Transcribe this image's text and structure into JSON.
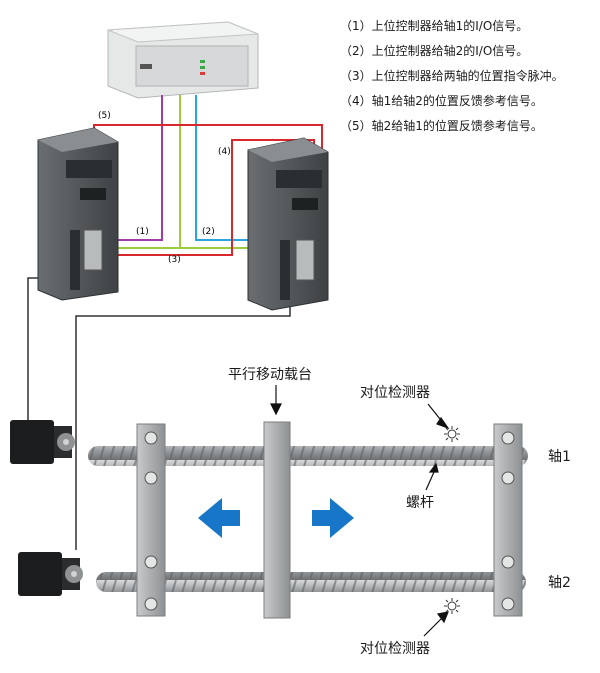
{
  "legend": [
    "（1）上位控制器给轴1的I/O信号。",
    "（2）上位控制器给轴2的I/O信号。",
    "（3）上位控制器给两轴的位置指令脉冲。",
    "（4）轴1给轴2的位置反馈参考信号。",
    "（5）轴2给轴1的位置反馈参考信号。"
  ],
  "wire_labels": {
    "w1": "(1)",
    "w2": "(2)",
    "w3": "(3)",
    "w4": "(4)",
    "w5": "(5)"
  },
  "labels": {
    "carriage": "平行移动载台",
    "detector_top": "对位检测器",
    "detector_bottom": "对位检测器",
    "screw": "螺杆",
    "axis1": "轴1",
    "axis2": "轴2"
  },
  "colors": {
    "signal_1": "#a03ca8",
    "signal_2": "#2aa6dc",
    "signal_3": "#9ccc3c",
    "signal_4": "#d8282e",
    "signal_5": "#d8282e",
    "arrow": "#1876c8",
    "frame": "#a7aaab"
  },
  "icons": [
    "plc-controller",
    "servo-drive",
    "servo-motor",
    "left-arrow-icon",
    "right-arrow-icon",
    "sensor-icon"
  ]
}
